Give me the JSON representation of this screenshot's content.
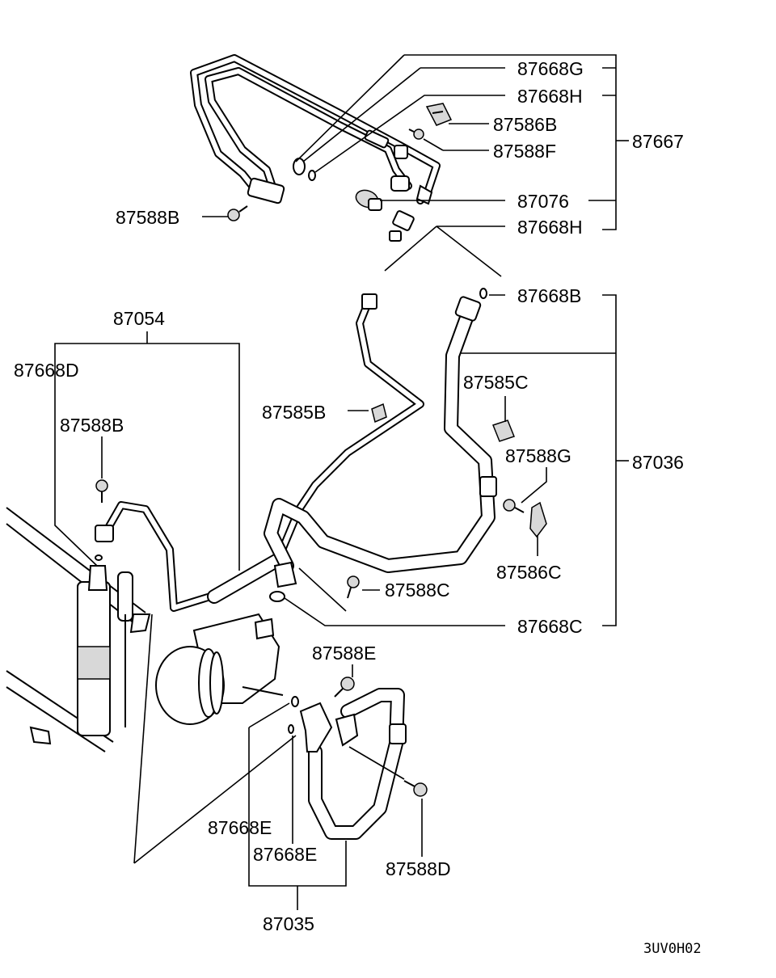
{
  "diagram": {
    "labels": {
      "p87668G": "87668G",
      "p87668H_top": "87668H",
      "p87586B": "87586B",
      "p87588F": "87588F",
      "p87667": "87667",
      "p87588B_top": "87588B",
      "p87076": "87076",
      "p87668H_mid": "87668H",
      "p87668B": "87668B",
      "p87054": "87054",
      "p87668D": "87668D",
      "p87588B_left": "87588B",
      "p87585B": "87585B",
      "p87585C": "87585C",
      "p87588G": "87588G",
      "p87036": "87036",
      "p87586C": "87586C",
      "p87588C": "87588C",
      "p87668C": "87668C",
      "p87588E": "87588E",
      "p87668E_a": "87668E",
      "p87668E_b": "87668E",
      "p87588D": "87588D",
      "p87035": "87035"
    },
    "drawing_code": "3UV0H02"
  }
}
